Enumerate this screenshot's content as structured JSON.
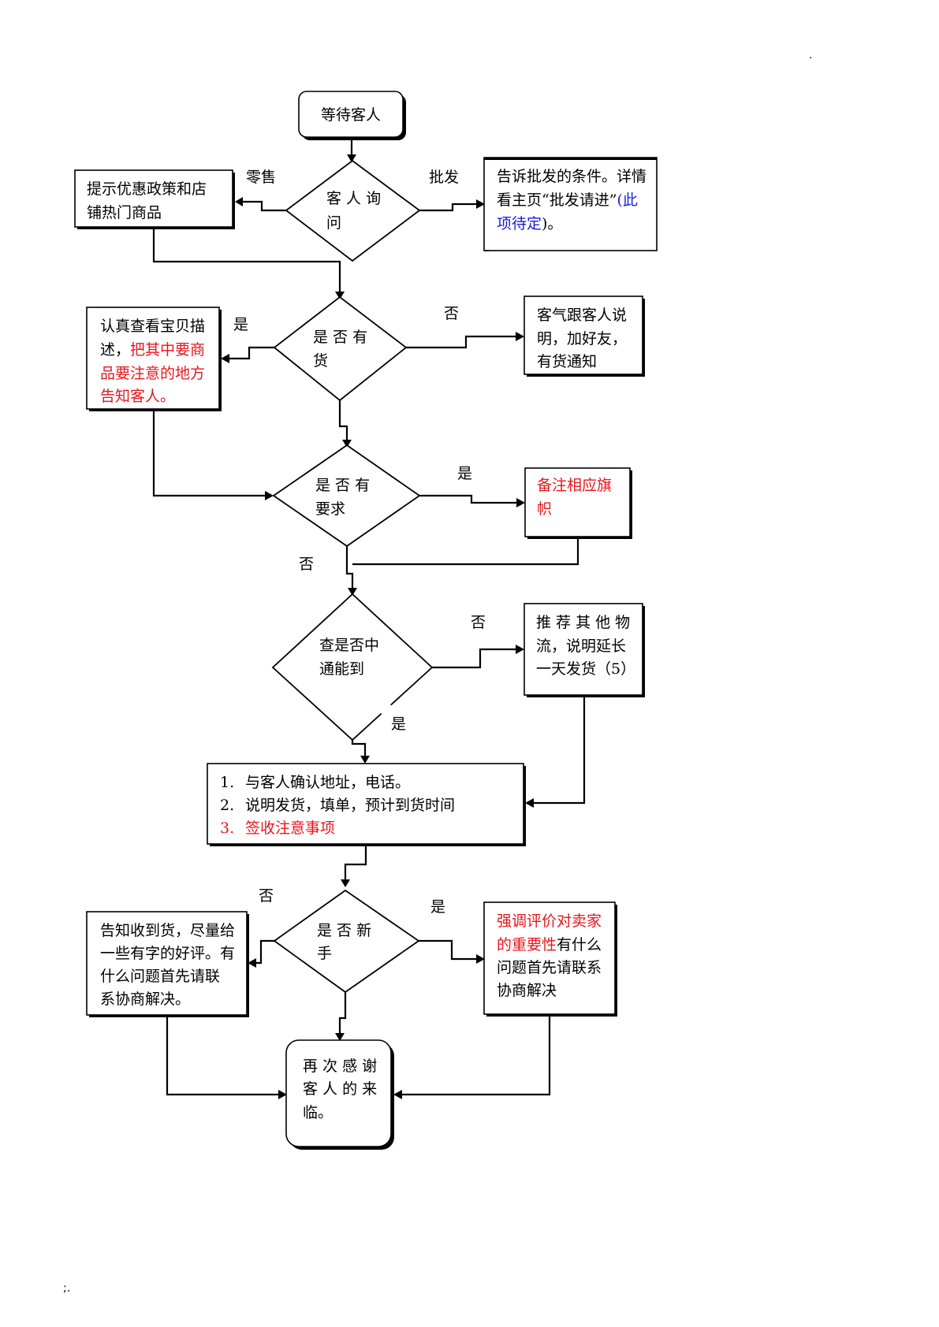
{
  "page_marks": {
    "top_right": ".",
    "bottom_left": ";."
  },
  "nodes": {
    "start": {
      "lines": [
        "等待客人"
      ]
    },
    "inquiry": {
      "lines": [
        "客 人 询",
        "问"
      ]
    },
    "retail_box": {
      "lines": [
        "提示优惠政策和店",
        "铺热门商品"
      ]
    },
    "wholesale_box": {
      "line1": "告诉批发的条件。详情",
      "line2_black": "看主页“批发请进”",
      "line2_blue": "(此",
      "line3_blue": "项待定",
      "line3_black": ")。"
    },
    "in_stock": {
      "lines": [
        "是 否 有",
        "货"
      ]
    },
    "check_desc": {
      "line1": "认真查看宝贝描",
      "line2_black": "述，",
      "line2_red": "把其中要商",
      "line3_red": "品要注意的地方",
      "line4_red": "告知客人。"
    },
    "out_of_stock": {
      "lines": [
        "客气跟客人说",
        "明，加好友，",
        "有货通知"
      ]
    },
    "requirements": {
      "lines": [
        "是 否 有",
        "要求"
      ]
    },
    "flag_note": {
      "lines": [
        "备注相应旗",
        "帜"
      ]
    },
    "zto_check": {
      "lines": [
        "查是否中",
        "通能到"
      ]
    },
    "other_logistics": {
      "lines": [
        "推 荐 其 他 物",
        "流，说明延长",
        "一天发货（5）"
      ]
    },
    "confirm_steps": {
      "items": [
        {
          "num": "1.",
          "text": "与客人确认地址，电话。"
        },
        {
          "num": "2.",
          "text": "说明发货，填单，预计到货时间"
        },
        {
          "num": "3.",
          "text": "签收注意事项"
        }
      ]
    },
    "new_buyer": {
      "lines": [
        "是 否 新",
        "手"
      ]
    },
    "not_new_box": {
      "lines": [
        "告知收到货，尽量给",
        "一些有字的好评。有",
        "什么问题首先请联",
        "系协商解决。"
      ]
    },
    "new_box": {
      "line1_red": "强调评价对卖家",
      "line2_red": "的重要性",
      "line2_black": "有什么",
      "line3": "问题首先请联系",
      "line4": "协商解决"
    },
    "end": {
      "lines": [
        "再 次 感 谢",
        "客 人 的 来",
        "临。"
      ]
    }
  },
  "edge_labels": {
    "retail": "零售",
    "wholesale": "批发",
    "stock_yes": "是",
    "stock_no": "否",
    "req_yes": "是",
    "req_no": "否",
    "zto_no": "否",
    "zto_yes": "是",
    "new_no": "否",
    "new_yes": "是"
  },
  "colors": {
    "emphasis_red": "#e8161d",
    "note_blue": "#1a1ad8"
  }
}
